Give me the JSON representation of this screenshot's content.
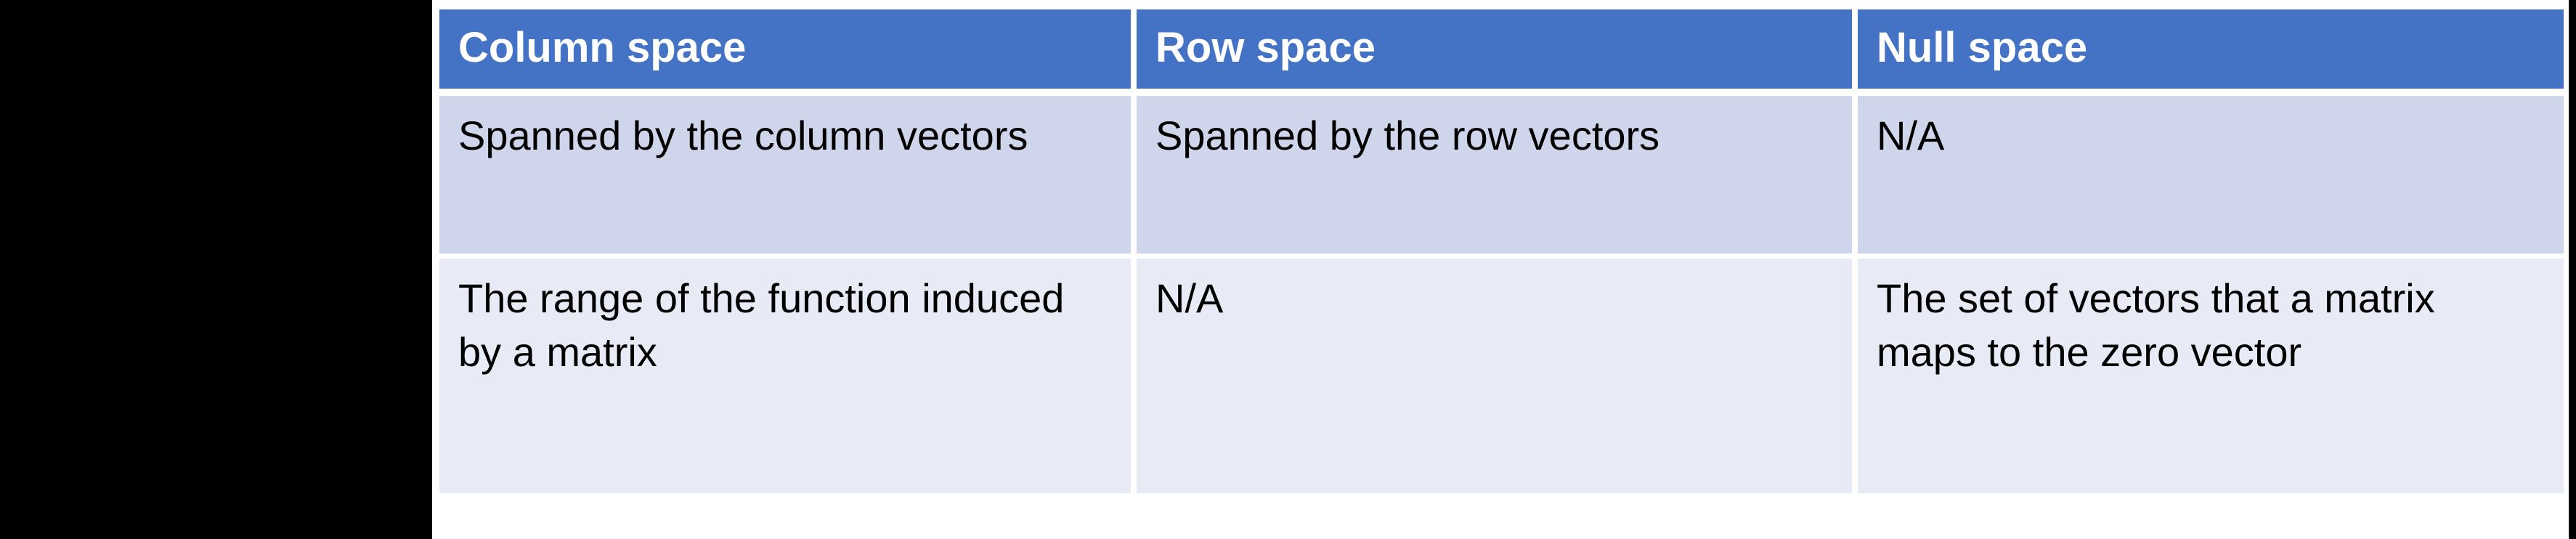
{
  "slide": {
    "background_color": "#000000",
    "plate_color": "#FFFFFF"
  },
  "table": {
    "accent_color": "#4472C4",
    "header_text_color": "#FFFFFF",
    "row_band_1_color": "#CFD5EA",
    "row_band_2_color": "#E8EBF5",
    "gridline_color": "#FFFFFF",
    "columns": [
      {
        "key": "column_space",
        "label": "Column space"
      },
      {
        "key": "row_space",
        "label": "Row space"
      },
      {
        "key": "null_space",
        "label": "Null space"
      }
    ],
    "rows": [
      {
        "name": "spanning-set-row",
        "cells": [
          "Spanned by the column vectors",
          "Spanned by the row vectors",
          "N/A"
        ]
      },
      {
        "name": "interpretation-row",
        "cells": [
          "The range of the function induced by a matrix",
          "N/A",
          "The set of vectors that a matrix maps to the zero vector"
        ]
      }
    ]
  }
}
